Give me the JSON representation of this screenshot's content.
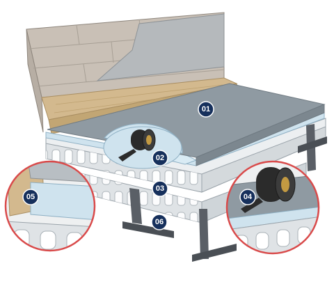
{
  "callouts": [
    {
      "id": "01",
      "label": "01"
    },
    {
      "id": "02",
      "label": "02"
    },
    {
      "id": "03",
      "label": "03"
    },
    {
      "id": "04",
      "label": "04"
    },
    {
      "id": "05",
      "label": "05"
    },
    {
      "id": "06",
      "label": "06"
    }
  ],
  "colors": {
    "callout_fill": "#16305c",
    "detail_ring": "#d94a4a",
    "screed": "#8f9aa2",
    "insulation_board": "#cfe3ee",
    "hollowcore": "#dfe3e6",
    "timber_skirting": "#d3b98e",
    "block_wall": "#c9c0b6",
    "tape": "#2b2b2b",
    "steel_beam": "#4a4f55"
  }
}
